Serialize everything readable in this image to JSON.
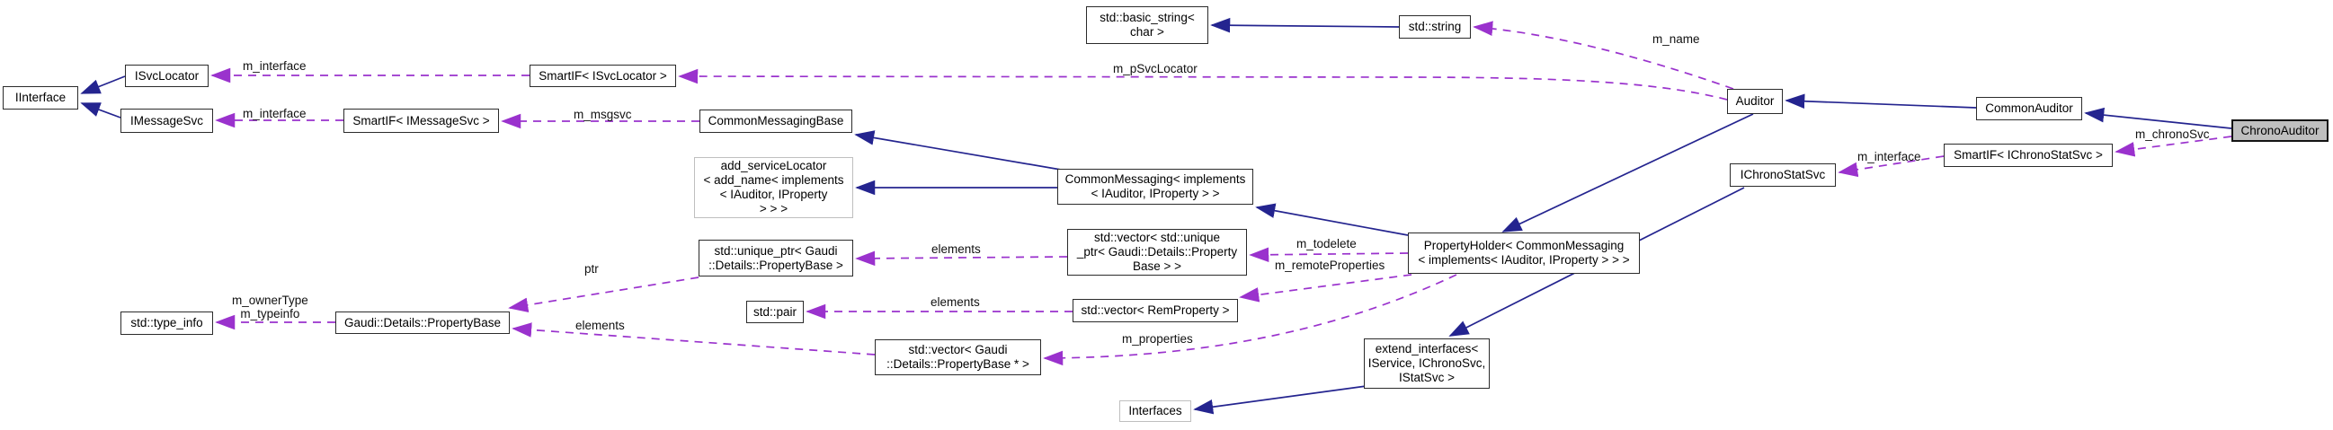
{
  "diagram": {
    "kind": "collaboration-graph",
    "highlighted_node": "ChronoAuditor"
  },
  "colors": {
    "inheritance_edge": "#24248f",
    "usage_edge": "#9a32cd",
    "highlight_fill": "#bfbfbf",
    "node_border": "#2b2b2b",
    "truncated_node_border": "#bfbfbf",
    "background": "#ffffff"
  },
  "nodes": [
    {
      "id": "basic-string",
      "label": "std::basic_string<\nchar >"
    },
    {
      "id": "std-string",
      "label": "std::string"
    },
    {
      "id": "auditor",
      "label": "Auditor"
    },
    {
      "id": "common-auditor",
      "label": "CommonAuditor"
    },
    {
      "id": "chrono-auditor",
      "label": "ChronoAuditor"
    },
    {
      "id": "smartif-ichronostatsvc",
      "label": "SmartIF< IChronoStatSvc >"
    },
    {
      "id": "ichronostatsvc",
      "label": "IChronoStatSvc"
    },
    {
      "id": "iinterface",
      "label": "IInterface"
    },
    {
      "id": "isvclocator",
      "label": "ISvcLocator"
    },
    {
      "id": "imessagesvc",
      "label": "IMessageSvc"
    },
    {
      "id": "smartif-imessagesvc",
      "label": "SmartIF< IMessageSvc >"
    },
    {
      "id": "smartif-isvclocator",
      "label": "SmartIF< ISvcLocator >"
    },
    {
      "id": "common-messaging-base",
      "label": "CommonMessagingBase"
    },
    {
      "id": "add-servicelocator",
      "label": "add_serviceLocator\n< add_name< implements\n< IAuditor, IProperty\n> > >"
    },
    {
      "id": "common-messaging",
      "label": "CommonMessaging< implements\n< IAuditor, IProperty > >"
    },
    {
      "id": "vector-unique-ptr",
      "label": "std::vector< std::unique\n_ptr< Gaudi::Details::Property\nBase > >"
    },
    {
      "id": "unique-ptr",
      "label": "std::unique_ptr< Gaudi\n::Details::PropertyBase >"
    },
    {
      "id": "std-pair",
      "label": "std::pair"
    },
    {
      "id": "vector-remproperty",
      "label": "std::vector< RemProperty >"
    },
    {
      "id": "property-holder",
      "label": "PropertyHolder< CommonMessaging\n< implements< IAuditor, IProperty > > >"
    },
    {
      "id": "type-info",
      "label": "std::type_info"
    },
    {
      "id": "property-base",
      "label": "Gaudi::Details::PropertyBase"
    },
    {
      "id": "vector-property-base-ptr",
      "label": "std::vector< Gaudi\n::Details::PropertyBase * >"
    },
    {
      "id": "extend-interfaces",
      "label": "extend_interfaces<\nIService, IChronoSvc,\nIStatSvc >"
    },
    {
      "id": "interfaces",
      "label": "Interfaces"
    }
  ],
  "edge_labels": [
    {
      "text": "m_name"
    },
    {
      "text": "m_pSvcLocator"
    },
    {
      "text": "m_interface"
    },
    {
      "text": "m_interface"
    },
    {
      "text": "m_msgsvc"
    },
    {
      "text": "elements"
    },
    {
      "text": "m_todelete"
    },
    {
      "text": "m_remoteProperties"
    },
    {
      "text": "elements"
    },
    {
      "text": "ptr"
    },
    {
      "text": "m_ownerType\nm_typeinfo"
    },
    {
      "text": "elements"
    },
    {
      "text": "m_properties"
    },
    {
      "text": "m_interface"
    },
    {
      "text": "m_chronoSvc"
    }
  ]
}
